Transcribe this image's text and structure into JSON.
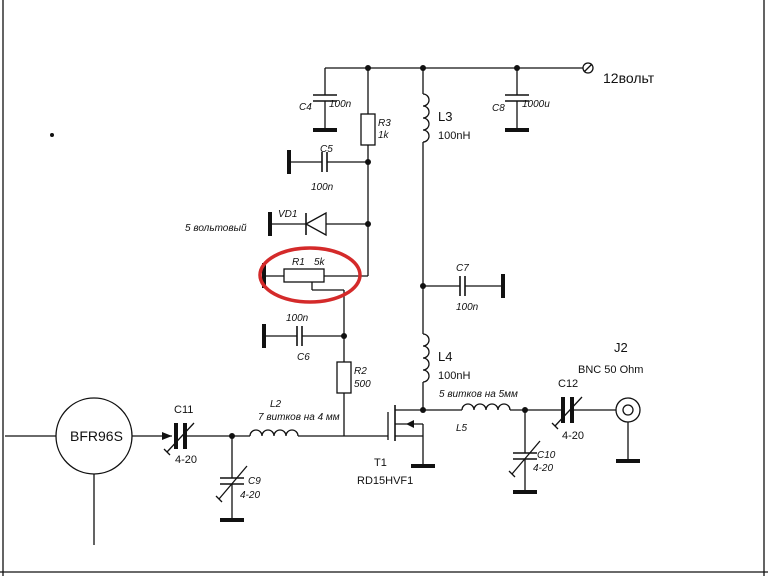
{
  "supply": {
    "label": "12вольт"
  },
  "c4": {
    "name": "C4",
    "value": "100n"
  },
  "c5": {
    "name": "C5",
    "value": "100n"
  },
  "c6": {
    "name": "C6",
    "value": "100n"
  },
  "c7": {
    "name": "C7",
    "value": "100n"
  },
  "c8": {
    "name": "C8",
    "value": "1000u"
  },
  "c9": {
    "name": "C9",
    "value": "4-20"
  },
  "c10": {
    "name": "C10",
    "value": "4-20"
  },
  "c11": {
    "name": "C11",
    "value": "4-20"
  },
  "c12": {
    "name": "C12",
    "value": "4-20"
  },
  "r1": {
    "name": "R1",
    "value": "5k"
  },
  "r2": {
    "name": "R2",
    "value": "500"
  },
  "r3": {
    "name": "R3",
    "value": "1k"
  },
  "l2": {
    "name": "L2",
    "note": "7 витков на 4 мм"
  },
  "l3": {
    "name": "L3",
    "value": "100nH"
  },
  "l4": {
    "name": "L4",
    "value": "100nH"
  },
  "l5": {
    "name": "L5",
    "note": "5 витков на 5мм"
  },
  "vd1": {
    "name": "VD1",
    "note": "5 вольтовый"
  },
  "t1": {
    "name": "T1",
    "part": "RD15HVF1"
  },
  "j2": {
    "name": "J2",
    "note": "BNC 50 Ohm"
  },
  "driver": {
    "label": "BFR96S"
  },
  "colors": {
    "wire": "#111111",
    "highlight": "#d42a2a",
    "background": "#ffffff"
  }
}
